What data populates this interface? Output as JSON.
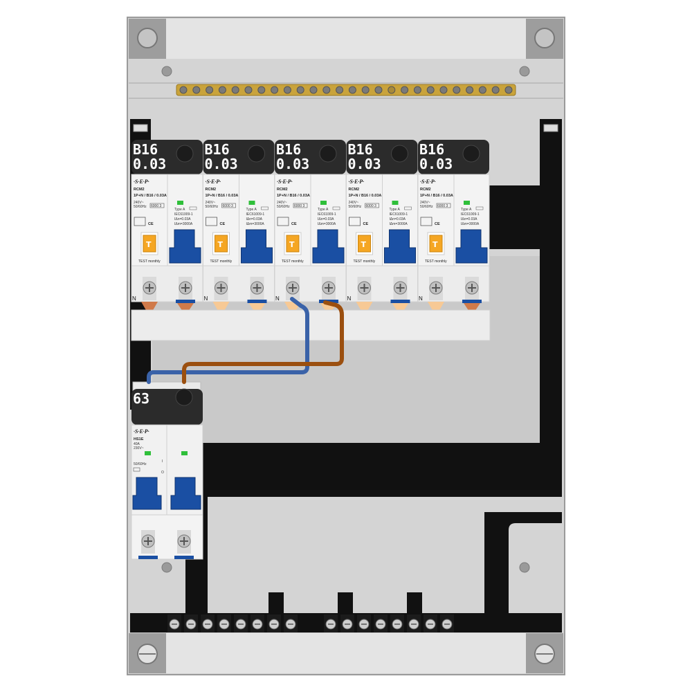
{
  "rcbos": [
    {
      "rating": "B16",
      "sensitivity": "0.03",
      "brand": "·S·E·P·",
      "model": "RCM2",
      "spec": "1P+N / B16 / 0.03A",
      "voltage": "240V~",
      "freq": "50/60Hz",
      "code": "6000 3",
      "type": "Type A",
      "standard": "IEC61009-1",
      "idn": "IΔn=0.03A",
      "icn": "IΔm=3000A",
      "test": "TEST monthly",
      "neutral": "N",
      "test_button": "T"
    },
    {
      "rating": "B16",
      "sensitivity": "0.03",
      "brand": "·S·E·P·",
      "model": "RCM2",
      "spec": "1P+N / B16 / 0.03A",
      "voltage": "240V~",
      "freq": "50/60Hz",
      "code": "6000 3",
      "type": "Type A",
      "standard": "IEC61009-1",
      "idn": "IΔn=0.03A",
      "icn": "IΔm=3000A",
      "test": "TEST monthly",
      "neutral": "N",
      "test_button": "T"
    },
    {
      "rating": "B16",
      "sensitivity": "0.03",
      "brand": "·S·E·P·",
      "model": "RCM2",
      "spec": "1P+N / B16 / 0.03A",
      "voltage": "240V~",
      "freq": "50/60Hz",
      "code": "6000 3",
      "type": "Type A",
      "standard": "IEC61009-1",
      "idn": "IΔn=0.03A",
      "icn": "IΔm=3000A",
      "test": "TEST monthly",
      "neutral": "N",
      "test_button": "T"
    },
    {
      "rating": "B16",
      "sensitivity": "0.03",
      "brand": "·S·E·P·",
      "model": "RCM2",
      "spec": "1P+N / B16 / 0.03A",
      "voltage": "240V~",
      "freq": "50/60Hz",
      "code": "6000 3",
      "type": "Type A",
      "standard": "IEC61009-1",
      "idn": "IΔn=0.03A",
      "icn": "IΔm=3000A",
      "test": "TEST monthly",
      "neutral": "N",
      "test_button": "T"
    },
    {
      "rating": "B16",
      "sensitivity": "0.03",
      "brand": "·S·E·P·",
      "model": "RCM2",
      "spec": "1P+N / B16 / 0.03A",
      "voltage": "240V~",
      "freq": "50/60Hz",
      "code": "6000 3",
      "type": "Type A",
      "standard": "IEC61009-1",
      "idn": "IΔn=0.03A",
      "icn": "IΔm=3000A",
      "test": "TEST monthly",
      "neutral": "N",
      "test_button": "T"
    }
  ],
  "main_switch": {
    "rating": "63",
    "brand": "·S·E·P·",
    "model": "HS1E",
    "current": "40A",
    "voltage": "230V~",
    "freq": "50/60Hz",
    "positions": [
      "I",
      "O"
    ]
  },
  "colors": {
    "enclosure": "#d6d6d6",
    "backplate": "#c8c8c8",
    "label_bg": "#2b2b2b",
    "toggle_blue": "#1a4fa3",
    "test_orange": "#f5a623",
    "wire_live": "#9b4f0f",
    "wire_neutral": "#3a62a8",
    "busbar_brass": "#c9a33b",
    "rail_black": "#111111",
    "indicator_green": "#2fbf3a"
  }
}
